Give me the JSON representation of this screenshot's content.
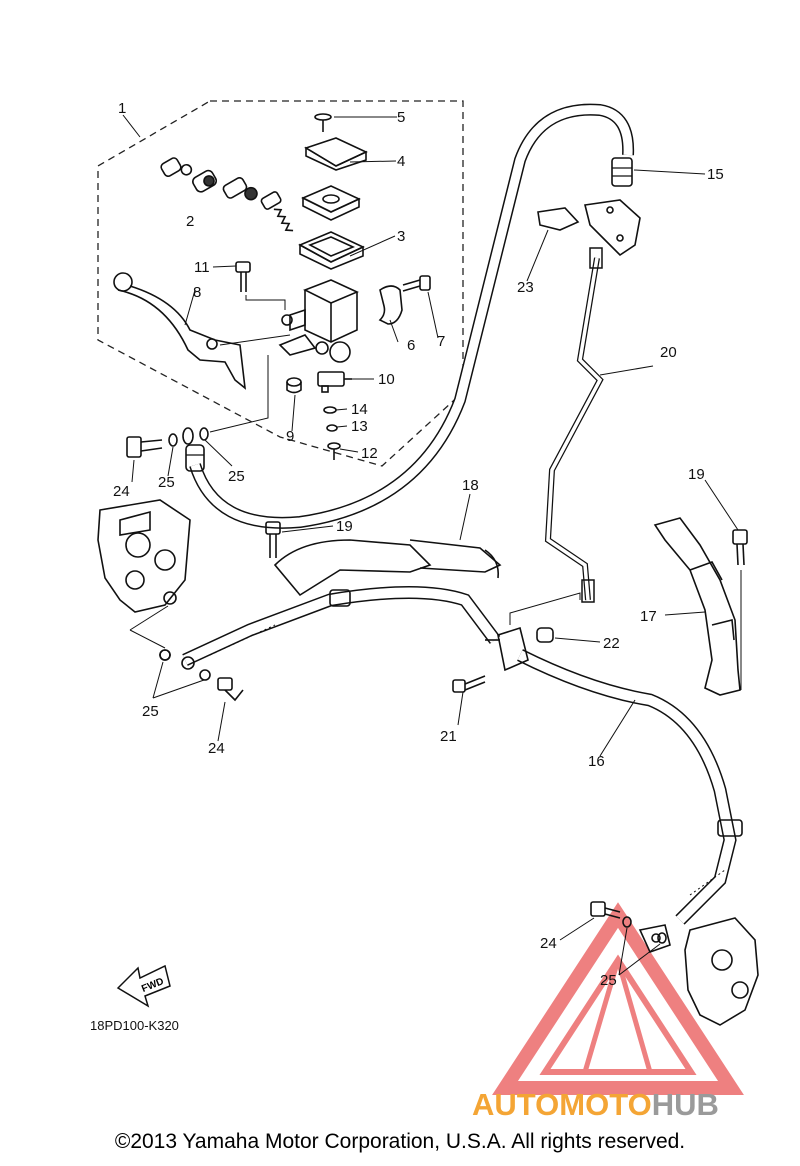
{
  "diagram": {
    "code": "18PD100-K320",
    "fwd_label": "FWD",
    "callouts": [
      {
        "id": "c1",
        "text": "1"
      },
      {
        "id": "c2",
        "text": "2"
      },
      {
        "id": "c3",
        "text": "3"
      },
      {
        "id": "c4",
        "text": "4"
      },
      {
        "id": "c5",
        "text": "5"
      },
      {
        "id": "c6",
        "text": "6"
      },
      {
        "id": "c7",
        "text": "7"
      },
      {
        "id": "c8",
        "text": "8"
      },
      {
        "id": "c9",
        "text": "9"
      },
      {
        "id": "c10",
        "text": "10"
      },
      {
        "id": "c11",
        "text": "11"
      },
      {
        "id": "c12",
        "text": "12"
      },
      {
        "id": "c13",
        "text": "13"
      },
      {
        "id": "c14",
        "text": "14"
      },
      {
        "id": "c15",
        "text": "15"
      },
      {
        "id": "c16",
        "text": "16"
      },
      {
        "id": "c17",
        "text": "17"
      },
      {
        "id": "c18",
        "text": "18"
      },
      {
        "id": "c19a",
        "text": "19"
      },
      {
        "id": "c19b",
        "text": "19"
      },
      {
        "id": "c20",
        "text": "20"
      },
      {
        "id": "c21",
        "text": "21"
      },
      {
        "id": "c22",
        "text": "22"
      },
      {
        "id": "c23",
        "text": "23"
      },
      {
        "id": "c24a",
        "text": "24"
      },
      {
        "id": "c24b",
        "text": "24"
      },
      {
        "id": "c24c",
        "text": "24"
      },
      {
        "id": "c24d",
        "text": "24"
      },
      {
        "id": "c25a",
        "text": "25"
      },
      {
        "id": "c25b",
        "text": "25"
      },
      {
        "id": "c25c",
        "text": "25"
      },
      {
        "id": "c25d",
        "text": "25"
      }
    ]
  },
  "watermark": {
    "part1": "AUTOMOTO",
    "part2": "HUB",
    "color_main": "#f4a535",
    "color_accent": "#9a9a9a",
    "triangle_color": "#ec6a6a"
  },
  "copyright": "©2013 Yamaha Motor Corporation, U.S.A. All rights reserved."
}
